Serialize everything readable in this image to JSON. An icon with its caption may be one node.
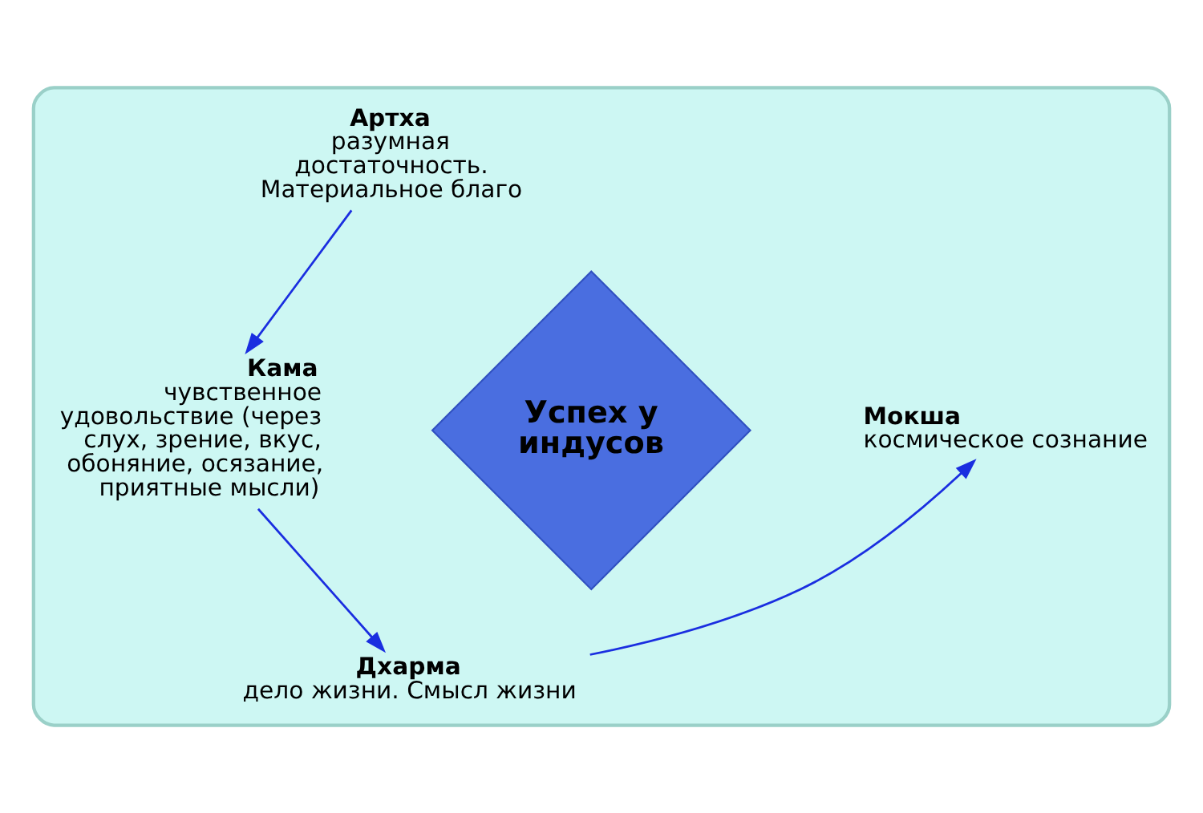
{
  "diagram": {
    "nodes": [
      {
        "text": [],
        "shape": "box"
      },
      {
        "text": [
          "Успех у индусов"
        ],
        "in": 0
      },
      {
        "text": [
          "Артха",
          "разумная достаточность. Материальное благо"
        ],
        "in": 0
      },
      {
        "text": [
          "Кама",
          "чувственное удовольствие (через слух, зрение, вкус, обоняние, осязание, приятные мысли)"
        ],
        "in": 0
      },
      {
        "text": [
          "Мокша",
          "космическое сознание"
        ],
        "in": 0
      },
      {
        "text": [
          "Дхарма",
          "дело жизни. Смысл жизни"
        ],
        "in": 0
      }
    ],
    "edges": [
      {
        "from": 2,
        "to": 3,
        "arrow": "to"
      },
      {
        "from": 3,
        "to": 5,
        "arrow": "to"
      },
      {
        "from": 5,
        "to": 4,
        "arrow": "to"
      }
    ]
  }
}
